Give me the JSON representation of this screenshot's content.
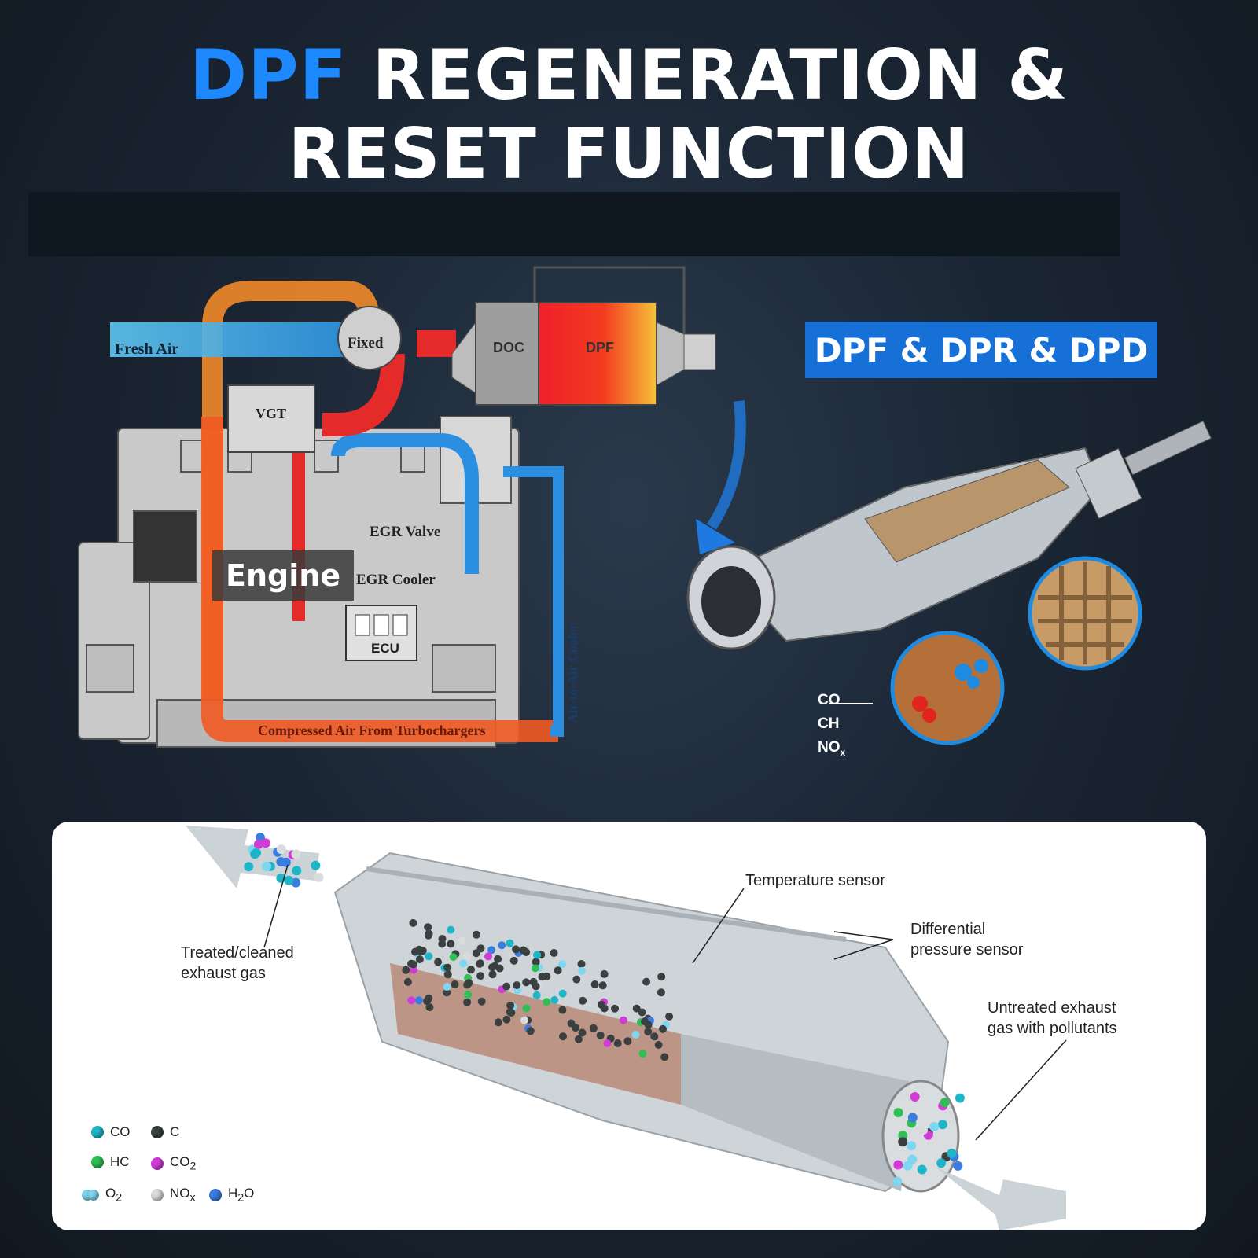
{
  "header": {
    "title_accent": "DPF",
    "title_line1_rest": " REGENERATION &",
    "title_line2": "RESET FUNCTION"
  },
  "engine_diagram": {
    "labels": {
      "fresh_air": "Fresh Air",
      "fixed": "Fixed",
      "doc": "DOC",
      "dpf": "DPF",
      "vgt": "VGT",
      "egr_valve": "EGR Valve",
      "engine": "Engine",
      "egr_cooler": "EGR Cooler",
      "ecu": "ECU",
      "air_to_air_cooler": "Air-to-Air Cooler",
      "compressed_air": "Compressed Air From Turbochargers"
    }
  },
  "badge": {
    "text": "DPF & DPR & DPD"
  },
  "pollutants": {
    "co": "CO",
    "ch": "CH",
    "nox_base": "NO",
    "nox_sub": "x"
  },
  "bottom_panel": {
    "labels": {
      "temperature_sensor": "Temperature sensor",
      "differential_line1": "Differential",
      "differential_line2": "pressure sensor",
      "treated_line1": "Treated/cleaned",
      "treated_line2": "exhaust gas",
      "untreated_line1": "Untreated exhaust",
      "untreated_line2": "gas with pollutants"
    },
    "legend": [
      {
        "id": "co",
        "label": "CO",
        "color": "#1fb5c9"
      },
      {
        "id": "c",
        "label": "C",
        "color": "#3a3f3f"
      },
      {
        "id": "hc",
        "label": "HC",
        "color": "#2fbf55"
      },
      {
        "id": "co2",
        "label": "CO",
        "sub": "2",
        "color": "#d23bd8"
      },
      {
        "id": "o2",
        "label": "O",
        "sub": "2",
        "color": "#7fd6f0"
      },
      {
        "id": "nox",
        "label": "NO",
        "sub": "x",
        "color": "#d8dcdc"
      },
      {
        "id": "h2o",
        "label": "H",
        "sub": "2",
        "suffix": "O",
        "color": "#3a7de0"
      }
    ]
  }
}
